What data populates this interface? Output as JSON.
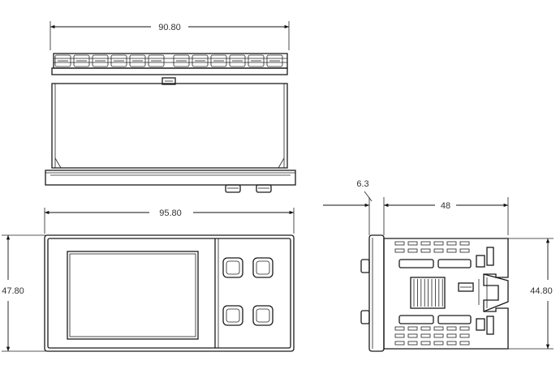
{
  "dimensions": {
    "top_width": "90.80",
    "front_width": "95.80",
    "front_height": "47.80",
    "side_bezel": "6.3",
    "side_depth": "48",
    "side_height": "44.80"
  }
}
